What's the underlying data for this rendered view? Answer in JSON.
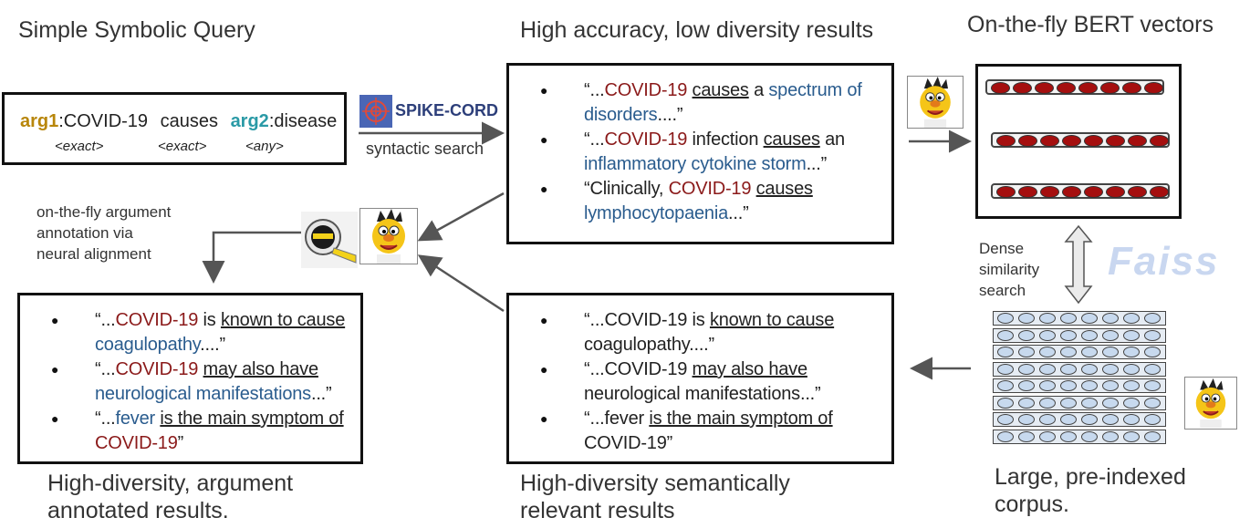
{
  "headings": {
    "query": "Simple Symbolic Query",
    "high_acc": "High accuracy, low diversity results",
    "bert": "On-the-fly BERT vectors",
    "arg_annot_1": "High-diversity, argument",
    "arg_annot_2": "annotated results.",
    "semantic_1": "High-diversity semantically",
    "semantic_2": "relevant results",
    "corpus_1": "Large, pre-indexed",
    "corpus_2": "corpus."
  },
  "query": {
    "arg1_label": "arg1",
    "arg1_value": ":COVID-19",
    "verb": "causes",
    "arg2_label": "arg2",
    "arg2_value": ":disease",
    "sub1": "<exact>",
    "sub2": "<exact>",
    "sub3": "<any>"
  },
  "spike": {
    "logo_text": "SPIKE-CORD",
    "caption": "syntactic search"
  },
  "annotation_note": [
    "on-the-fly argument",
    "annotation via",
    "neural alignment"
  ],
  "dense_note": [
    "Dense",
    "similarity",
    "search"
  ],
  "faiss_logo": "Faiss",
  "high_acc_results": [
    {
      "q": "“...",
      "red": "COVID-19",
      "mid": " ",
      "u": "causes",
      "post": " a ",
      "blue": "spectrum of disorders",
      "end": "....”"
    },
    {
      "q": " “...",
      "red": "COVID-19",
      "mid": " infection ",
      "u": "causes",
      "post": " an ",
      "blue": "inflammatory cytokine storm",
      "end": "...”"
    },
    {
      "q": "“Clinically, ",
      "red": "COVID-19",
      "mid": " ",
      "u": "causes",
      "post": " ",
      "blue": "lymphocytopaenia",
      "end": "...”"
    }
  ],
  "semantic_results": [
    {
      "pre": "“...COVID-19 is ",
      "u": "known to cause",
      "post": " coagulopathy....”"
    },
    {
      "pre": " “...COVID-19 ",
      "u": "may also have",
      "post": " neurological manifestations...”"
    },
    {
      "pre": "“...fever ",
      "u": "is the main symptom of",
      "post": " COVID-19”"
    }
  ],
  "annotated_results": [
    {
      "q": "“...",
      "c1": "red",
      "t1": "COVID-19",
      "mid": " is ",
      "u": "known to cause",
      "sp": " ",
      "c2": "blue",
      "t2": "coagulopathy",
      "end": "....”"
    },
    {
      "q": " “...",
      "c1": "red",
      "t1": "COVID-19",
      "mid": " ",
      "u": "may also have",
      "sp": " ",
      "c2": "blue",
      "t2": "neurological manifestations",
      "end": "...”"
    },
    {
      "q": "“...",
      "c1": "blue",
      "t1": "fever",
      "mid": " ",
      "u": "is the main symptom of",
      "sp": " ",
      "c2": "red",
      "t2": "COVID-19",
      "end": "”"
    }
  ],
  "colors": {
    "arg1": "#b8860b",
    "arg2": "#2a9aa6",
    "entity_red": "#8b1a1a",
    "entity_blue": "#2a5c8e",
    "vector_dot": "#a50f0f",
    "corpus_dot": "#c7d9ee"
  },
  "icons": [
    "bert-face-icon",
    "tape-measure-icon",
    "spike-logo-icon",
    "faiss-logo"
  ],
  "vector_rows": 3,
  "vector_dots_per_row": 8,
  "corpus_rows": 8,
  "corpus_dots_per_row": 8
}
